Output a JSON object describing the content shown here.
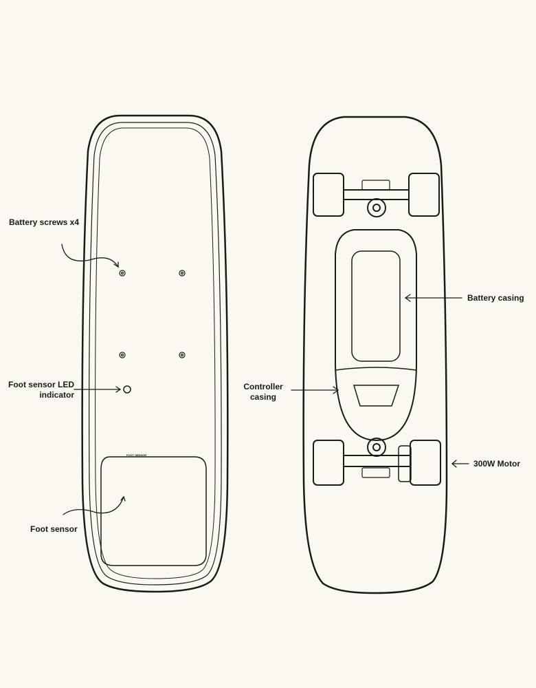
{
  "labels": {
    "battery_screws": "Battery screws x4",
    "foot_sensor_led": "Foot sensor LED indicator",
    "foot_sensor": "Foot sensor",
    "foot_sensor_print": "FOOT SENSOR",
    "battery_casing": "Battery casing",
    "controller_casing": "Controller casing",
    "motor": "300W Motor"
  },
  "colors": {
    "background": "#fbf7f1",
    "line": "#1a1a1a"
  }
}
